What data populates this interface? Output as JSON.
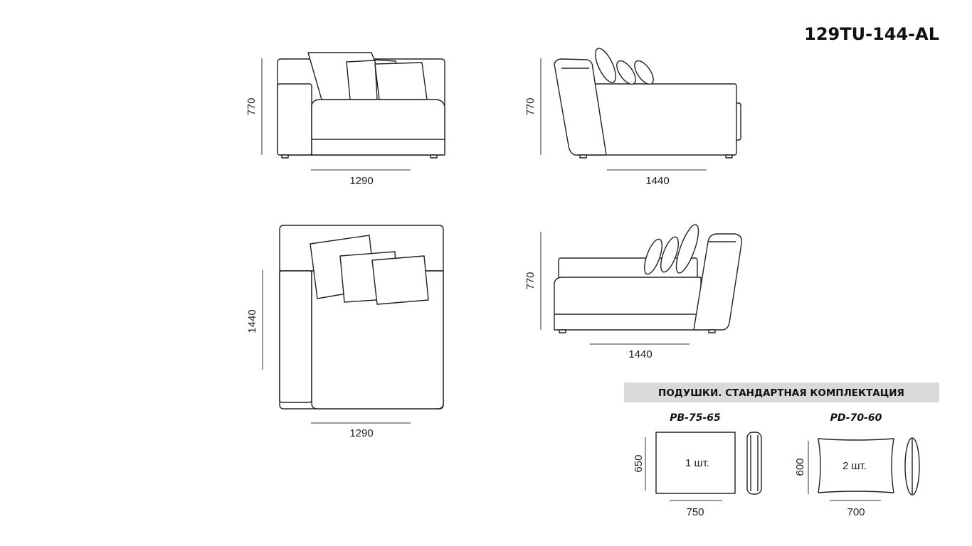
{
  "title": "129TU-144-AL",
  "views": {
    "front": {
      "height": "770",
      "width": "1290"
    },
    "side_right": {
      "height": "770",
      "width": "1440"
    },
    "top": {
      "depth": "1440",
      "width": "1290"
    },
    "side_left": {
      "height": "770",
      "width": "1440"
    }
  },
  "pillows": {
    "heading": "ПОДУШКИ. СТАНДАРТНАЯ КОМПЛЕКТАЦИЯ",
    "items": [
      {
        "code": "PB-75-65",
        "height": "650",
        "width": "750",
        "qty": "1 шт."
      },
      {
        "code": "PD-70-60",
        "height": "600",
        "width": "700",
        "qty": "2 шт."
      }
    ]
  },
  "colors": {
    "band": "#d9d9d9",
    "line": "#222222"
  }
}
